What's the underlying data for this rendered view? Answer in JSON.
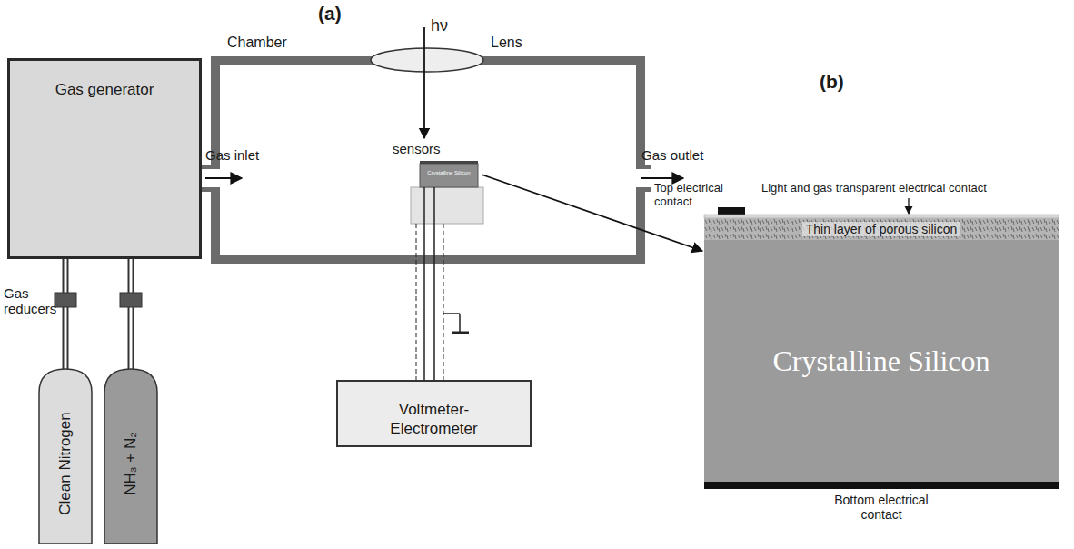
{
  "diagram": {
    "nodes": [
      {
        "text": [
          "Gas generator"
        ]
      },
      {
        "text": [
          "Clean Nitrogen"
        ]
      },
      {
        "text": [
          "NH₃ + N₂"
        ]
      },
      {
        "text": [
          "Voltmeter- Electrometer"
        ]
      },
      {
        "text": [
          "Crystalline Silicon"
        ]
      },
      {
        "text": [
          "Thin layer of porous silicon"
        ],
        "in": 4
      }
    ],
    "edges": [
      {
        "from": 1,
        "to": 0,
        "arrow": "none"
      },
      {
        "from": 2,
        "to": 0,
        "arrow": "none"
      }
    ],
    "labels": [
      "(a)",
      "(b)",
      "hν",
      "Chamber",
      "Lens",
      "Gas inlet",
      "Gas outlet",
      "sensors",
      "Gas reducers",
      "Crystalline Silicon",
      "Top electrical contact",
      "Light and gas transparent electrical contact",
      "Bottom electrical contact"
    ]
  }
}
